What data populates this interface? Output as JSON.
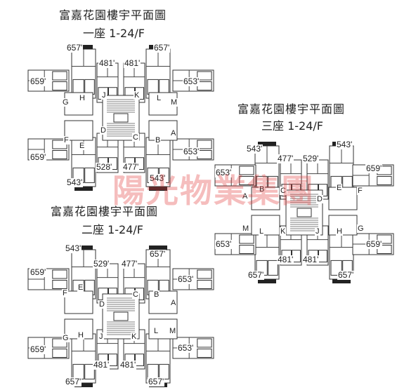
{
  "watermark": "陽光物業集團",
  "blocks": [
    {
      "key": "one",
      "title": "富嘉花園樓宇平面圖",
      "subtitle": "一座 1-24/F",
      "flat_labels": [
        {
          "t": "G"
        },
        {
          "t": "H"
        },
        {
          "t": "J"
        },
        {
          "t": "K"
        },
        {
          "t": "L"
        },
        {
          "t": "M"
        },
        {
          "t": "F"
        },
        {
          "t": "E"
        },
        {
          "t": "D"
        },
        {
          "t": "C"
        },
        {
          "t": "B"
        },
        {
          "t": "A"
        }
      ],
      "areas": [
        {
          "t": "657'"
        },
        {
          "t": "481'"
        },
        {
          "t": "481'"
        },
        {
          "t": "657'"
        },
        {
          "t": "659'"
        },
        {
          "t": "653'"
        },
        {
          "t": "659'"
        },
        {
          "t": "653'"
        },
        {
          "t": "528'"
        },
        {
          "t": "477'"
        },
        {
          "t": "543'"
        },
        {
          "t": "543'"
        }
      ]
    },
    {
      "key": "two",
      "title": "富嘉花園樓宇平面圖",
      "subtitle": "二座 1-24/F",
      "flat_labels": [
        {
          "t": "F"
        },
        {
          "t": "E"
        },
        {
          "t": "D"
        },
        {
          "t": "C"
        },
        {
          "t": "B"
        },
        {
          "t": "A"
        },
        {
          "t": "G"
        },
        {
          "t": "H"
        },
        {
          "t": "J"
        },
        {
          "t": "K"
        },
        {
          "t": "L"
        },
        {
          "t": "M"
        }
      ],
      "areas": [
        {
          "t": "543'"
        },
        {
          "t": "657'"
        },
        {
          "t": "529'"
        },
        {
          "t": "477'"
        },
        {
          "t": "659'"
        },
        {
          "t": "653'"
        },
        {
          "t": "659'"
        },
        {
          "t": "653'"
        },
        {
          "t": "481'"
        },
        {
          "t": "481'"
        },
        {
          "t": "657'"
        },
        {
          "t": "657'"
        }
      ]
    },
    {
      "key": "three",
      "title": "富嘉花園樓宇平面圖",
      "subtitle": "三座 1-24/F",
      "flat_labels": [
        {
          "t": "A"
        },
        {
          "t": "B"
        },
        {
          "t": "C"
        },
        {
          "t": "D"
        },
        {
          "t": "E"
        },
        {
          "t": "F"
        },
        {
          "t": "M"
        },
        {
          "t": "L"
        },
        {
          "t": "K"
        },
        {
          "t": "J"
        },
        {
          "t": "H"
        },
        {
          "t": "G"
        }
      ],
      "areas": [
        {
          "t": "543'"
        },
        {
          "t": "477'"
        },
        {
          "t": "529'"
        },
        {
          "t": "543'"
        },
        {
          "t": "653'"
        },
        {
          "t": "659'"
        },
        {
          "t": "653'"
        },
        {
          "t": "659'"
        },
        {
          "t": "481'"
        },
        {
          "t": "481'"
        },
        {
          "t": "657'"
        },
        {
          "t": "657'"
        }
      ]
    }
  ]
}
